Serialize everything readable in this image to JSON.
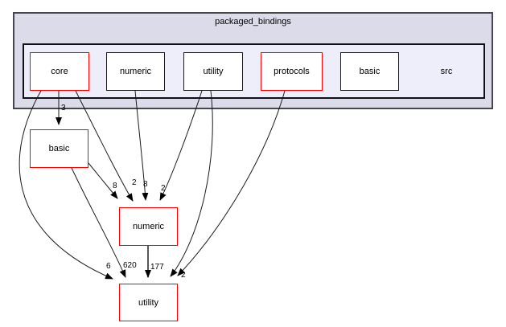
{
  "diagram": {
    "title": "packaged_bindings",
    "inner_group_label": "src",
    "src_nodes": [
      {
        "label": "core",
        "border": "red"
      },
      {
        "label": "numeric",
        "border": "black"
      },
      {
        "label": "utility",
        "border": "black"
      },
      {
        "label": "protocols",
        "border": "red"
      },
      {
        "label": "basic",
        "border": "black"
      }
    ],
    "dep_nodes": [
      {
        "label": "basic",
        "border": "red"
      },
      {
        "label": "numeric",
        "border": "red"
      },
      {
        "label": "utility",
        "border": "red"
      }
    ],
    "edges": [
      {
        "from": "src/core",
        "to": "basic",
        "count": "3"
      },
      {
        "from": "src/core",
        "to": "numeric",
        "count": "2"
      },
      {
        "from": "src/core",
        "to": "utility",
        "count": "6"
      },
      {
        "from": "basic",
        "to": "numeric",
        "count": "8"
      },
      {
        "from": "basic",
        "to": "utility",
        "count": "620"
      },
      {
        "from": "src/numeric",
        "to": "numeric",
        "count": "8"
      },
      {
        "from": "src/utility",
        "to": "numeric",
        "count": "2"
      },
      {
        "from": "src/utility",
        "to": "utility",
        "count": ""
      },
      {
        "from": "src/protocols",
        "to": "utility",
        "count": "2"
      },
      {
        "from": "numeric",
        "to": "utility",
        "count": "177"
      }
    ],
    "colors": {
      "outer_cluster_bg": "#dbdbe9",
      "inner_cluster_bg": "#eeeefb",
      "node_fill": "#ffffff",
      "red_border": "#ff0000",
      "black_border": "#1a1a1a",
      "edge_stroke": "#1a1a1a",
      "thick_edge_stroke": "#565656"
    }
  }
}
